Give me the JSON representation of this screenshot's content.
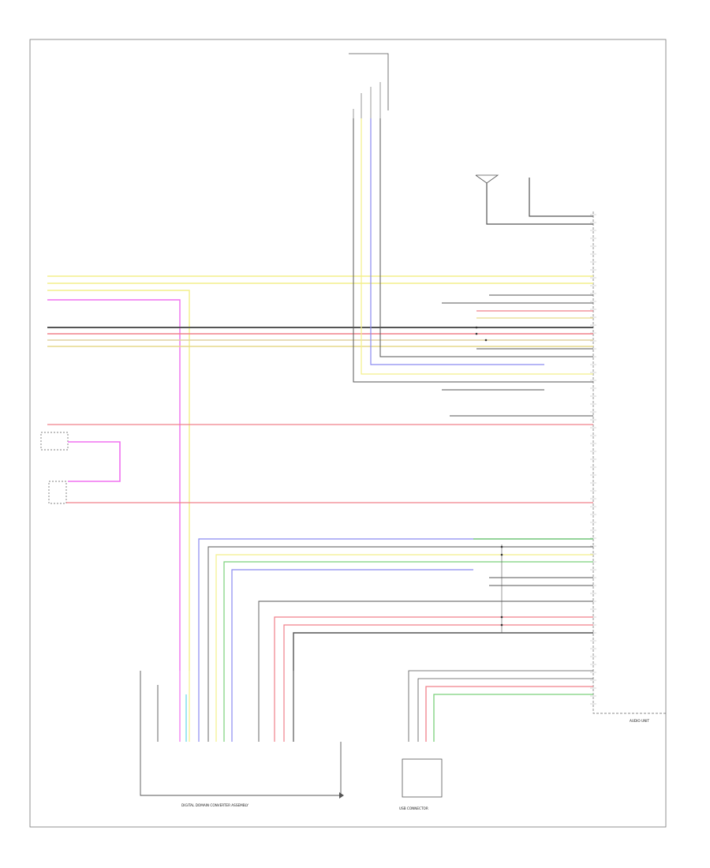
{
  "diagram": {
    "footer_code": "",
    "components": {
      "radio_unit": "AUDIO UNIT",
      "usb_connector": "USB CONNECTOR",
      "bottom_connector": "DIGITAL DOMAIN CONVERTER ASSEMBLY",
      "parking_light_relay": "",
      "reverse_switch": "",
      "top_connector": "",
      "antenna_a": "",
      "antenna_b": ""
    },
    "colors": {
      "yellow": "#f3ef8a",
      "red": "#f0808a",
      "magenta": "#f070f0",
      "blue": "#8a8af0",
      "green": "#7ad07a",
      "gray": "#555555",
      "dark": "#333333",
      "tan": "#e0d2a0",
      "cyan": "#60d8e8"
    }
  }
}
